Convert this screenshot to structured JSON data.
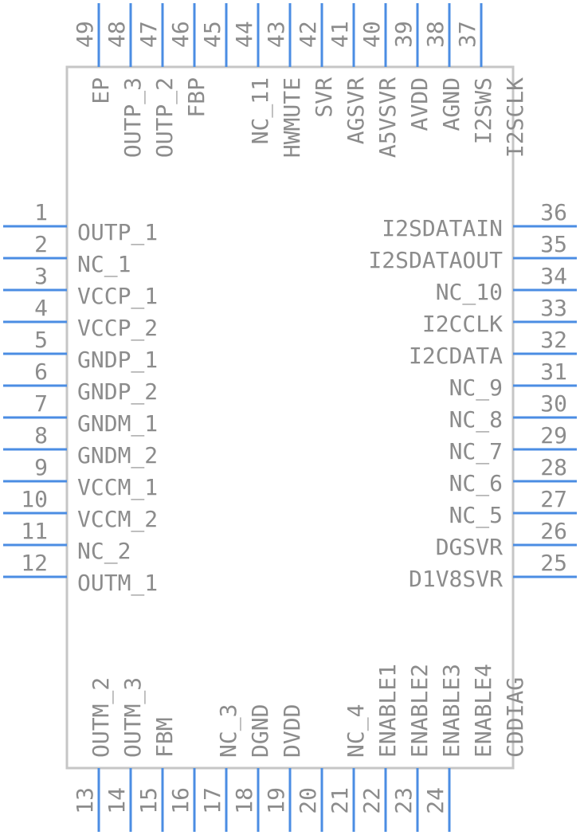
{
  "left_pins": [
    {
      "num": "1",
      "label": "OUTP_1"
    },
    {
      "num": "2",
      "label": "NC_1"
    },
    {
      "num": "3",
      "label": "VCCP_1"
    },
    {
      "num": "4",
      "label": "VCCP_2"
    },
    {
      "num": "5",
      "label": "GNDP_1"
    },
    {
      "num": "6",
      "label": "GNDP_2"
    },
    {
      "num": "7",
      "label": "GNDM_1"
    },
    {
      "num": "8",
      "label": "GNDM_2"
    },
    {
      "num": "9",
      "label": "VCCM_1"
    },
    {
      "num": "10",
      "label": "VCCM_2"
    },
    {
      "num": "11",
      "label": "NC_2"
    },
    {
      "num": "12",
      "label": "OUTM_1"
    }
  ],
  "right_pins": [
    {
      "num": "36",
      "label": "I2SDATAIN"
    },
    {
      "num": "35",
      "label": "I2SDATAOUT"
    },
    {
      "num": "34",
      "label": "NC_10"
    },
    {
      "num": "33",
      "label": "I2CCLK"
    },
    {
      "num": "32",
      "label": "I2CDATA"
    },
    {
      "num": "31",
      "label": "NC_9"
    },
    {
      "num": "30",
      "label": "NC_8"
    },
    {
      "num": "29",
      "label": "NC_7"
    },
    {
      "num": "28",
      "label": "NC_6"
    },
    {
      "num": "27",
      "label": "NC_5"
    },
    {
      "num": "26",
      "label": "DGSVR"
    },
    {
      "num": "25",
      "label": "D1V8SVR"
    }
  ],
  "top_pins": [
    {
      "num": "49",
      "label": "EP"
    },
    {
      "num": "48",
      "label": "OUTP_3"
    },
    {
      "num": "47",
      "label": "OUTP_2"
    },
    {
      "num": "46",
      "label": "FBP"
    },
    {
      "num": "45",
      "label": ""
    },
    {
      "num": "44",
      "label": "NC_11"
    },
    {
      "num": "43",
      "label": "HWMUTE"
    },
    {
      "num": "42",
      "label": "SVR"
    },
    {
      "num": "41",
      "label": "AGSVR"
    },
    {
      "num": "40",
      "label": "A5VSVR"
    },
    {
      "num": "39",
      "label": "AVDD"
    },
    {
      "num": "38",
      "label": "AGND"
    },
    {
      "num": "37",
      "label": "I2SWS"
    },
    {
      "num": "",
      "label": "I2SCLK"
    }
  ],
  "bottom_pins": [
    {
      "num": "13",
      "label": "OUTM_2"
    },
    {
      "num": "14",
      "label": "OUTM_3"
    },
    {
      "num": "15",
      "label": "FBM"
    },
    {
      "num": "16",
      "label": ""
    },
    {
      "num": "17",
      "label": "NC_3"
    },
    {
      "num": "18",
      "label": "DGND"
    },
    {
      "num": "19",
      "label": "DVDD"
    },
    {
      "num": "20",
      "label": ""
    },
    {
      "num": "21",
      "label": "NC_4"
    },
    {
      "num": "22",
      "label": "ENABLE1"
    },
    {
      "num": "23",
      "label": "ENABLE2"
    },
    {
      "num": "24",
      "label": "ENABLE3"
    },
    {
      "num": "",
      "label": "ENABLE4"
    },
    {
      "num": "",
      "label": "CDDIAG"
    }
  ],
  "colors": {
    "pin": "#4b8de3",
    "body_outline": "#c6c6c6",
    "text": "#8c8c8c"
  }
}
